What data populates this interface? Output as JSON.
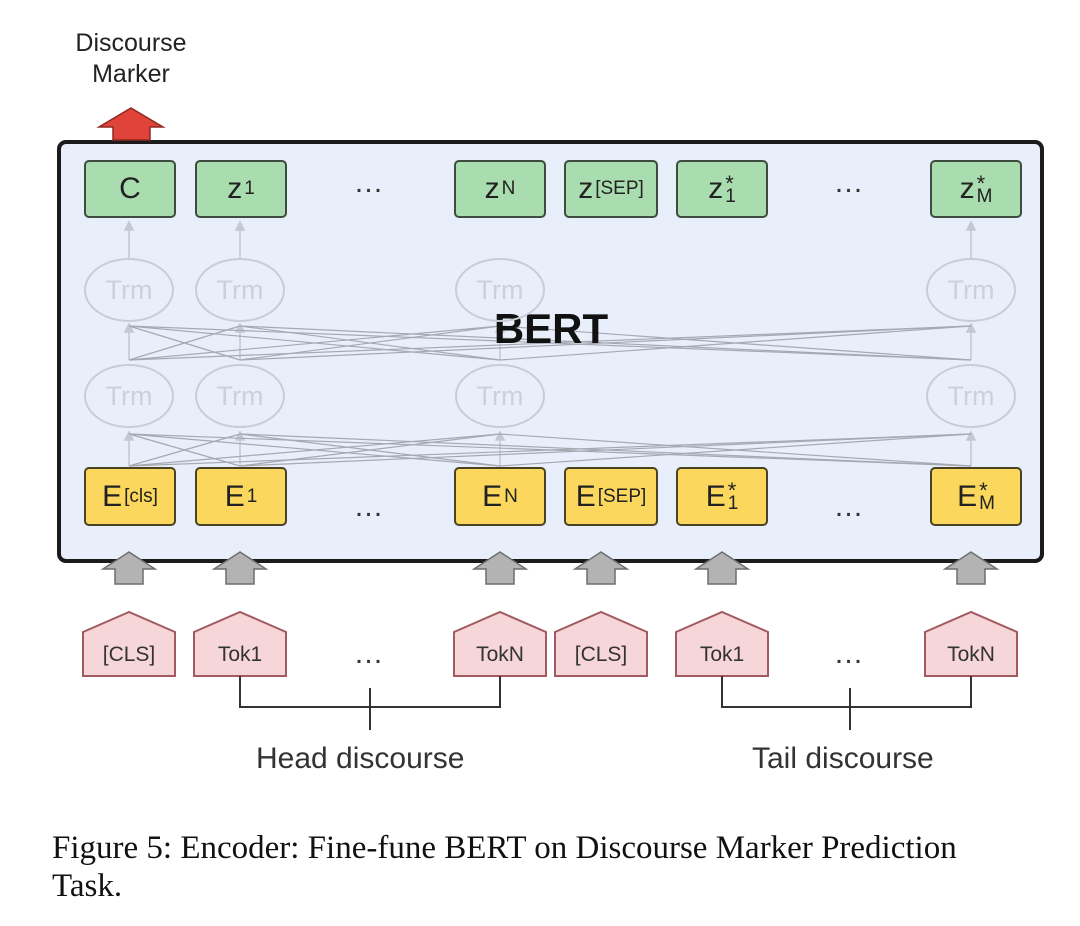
{
  "output": {
    "label_line1": "Discourse",
    "label_line2": "Marker"
  },
  "model": {
    "name": "BERT",
    "layer_label": "Trm"
  },
  "outputs": {
    "c": "C",
    "z1_base": "z",
    "z1_sub": "1",
    "zn_base": "z",
    "zn_sub": "N",
    "zsep_base": "z",
    "zsep_sub": "[SEP]",
    "zs1_base": "z",
    "zs1_sup": "*",
    "zs1_sub": "1",
    "zsm_base": "z",
    "zsm_sup": "*",
    "zsm_sub": "M",
    "ellipsis": "…"
  },
  "embeddings": {
    "ecls_base": "E",
    "ecls_sub": "[cls]",
    "e1_base": "E",
    "e1_sub": "1",
    "en_base": "E",
    "en_sub": "N",
    "esep_base": "E",
    "esep_sub": "[SEP]",
    "es1_base": "E",
    "es1_sup": "*",
    "es1_sub": "1",
    "esm_base": "E",
    "esm_sup": "*",
    "esm_sub": "M",
    "ellipsis": "…"
  },
  "tokens": {
    "cls1": "[CLS]",
    "tok1_a": "Tok1",
    "tokn_a": "TokN",
    "cls2": "[CLS]",
    "tok1_b": "Tok1",
    "tokn_b": "TokN",
    "ellipsis": "…"
  },
  "groups": {
    "head": "Head discourse",
    "tail": "Tail discourse"
  },
  "caption": "Figure 5: Encoder: Fine-fune BERT on Discourse Marker Prediction Task.",
  "colors": {
    "output_node": "#a9dcae",
    "embedding_node": "#fbd85d",
    "token_node": "#f7d6d9",
    "output_arrow": "#e0433a",
    "input_arrow": "#b3b3b3",
    "frame_fill": "#e9eefb"
  }
}
